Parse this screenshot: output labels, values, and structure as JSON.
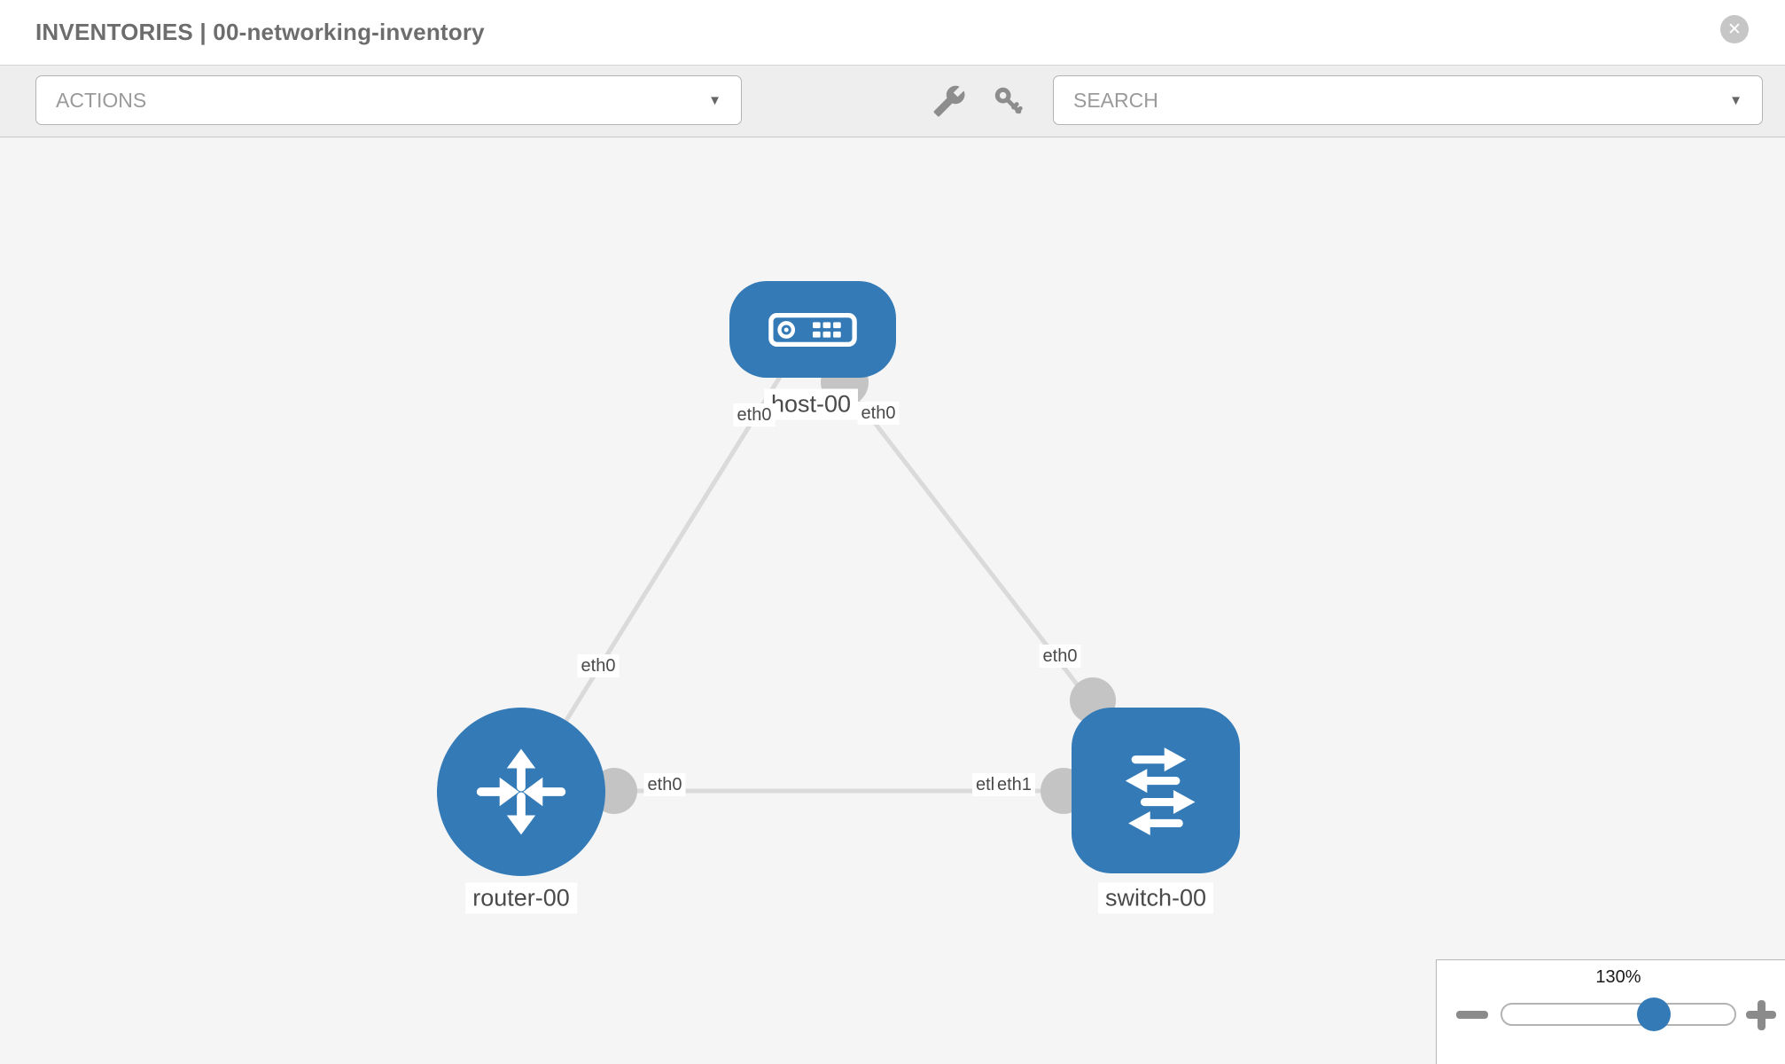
{
  "header": {
    "title": "INVENTORIES | 00-networking-inventory"
  },
  "toolbar": {
    "actions_label": "ACTIONS",
    "search_label": "SEARCH"
  },
  "icons": {
    "close": "✕",
    "caret": "▼",
    "wrench": "wrench-icon",
    "key": "key-icon",
    "minus": "−",
    "plus": "+"
  },
  "topology": {
    "nodes": [
      {
        "id": "host-00",
        "type": "host",
        "label": "host-00"
      },
      {
        "id": "router-00",
        "type": "router",
        "label": "router-00"
      },
      {
        "id": "switch-00",
        "type": "switch",
        "label": "switch-00"
      }
    ],
    "links": [
      {
        "source": "host-00",
        "target": "router-00",
        "source_port": "eth0",
        "target_port": "eth0"
      },
      {
        "source": "host-00",
        "target": "switch-00",
        "source_port": "eth0",
        "target_port": "eth0"
      },
      {
        "source": "router-00",
        "target": "switch-00",
        "source_port": "eth0",
        "target_port": "eth1",
        "overlap_label": "eth0"
      }
    ]
  },
  "zoom_control": {
    "level": "130%"
  },
  "colors": {
    "node_blue": "#337ab7",
    "link_gray": "#dadada",
    "connector_gray": "#c4c4c4",
    "canvas_bg": "#f5f5f5",
    "toolbar_bg": "#eeeeee"
  }
}
